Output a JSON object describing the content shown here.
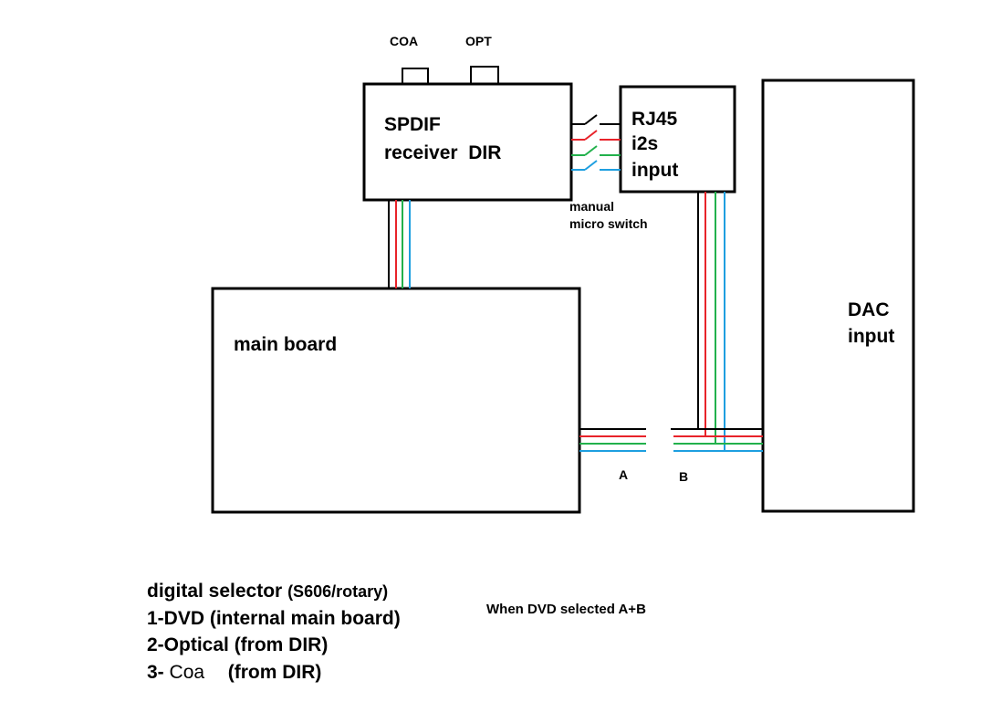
{
  "blocks": {
    "spdif_line1": "SPDIF",
    "spdif_line2": "receiver  DIR",
    "rj45_line1": "RJ45",
    "rj45_line2": "i2s",
    "rj45_line3": "input",
    "dac_line1": "DAC",
    "dac_line2": "input",
    "main_board": "main board"
  },
  "connectors": {
    "coa": "COA",
    "opt": "OPT"
  },
  "switch_label_line1": "manual",
  "switch_label_line2": "micro switch",
  "point_a": "A",
  "point_b": "B",
  "notes": {
    "selector_title": "digital selector",
    "selector_model": "(S606/rotary)",
    "option1": "1-DVD (internal main board)",
    "option2": "2-Optical (from DIR)",
    "option3_prefix": "3-",
    "option3_coa": "Coa",
    "option3_suffix": "(from DIR)",
    "when_dvd": "When DVD selected  A+B"
  },
  "wire_colors": {
    "black": "#000000",
    "red": "#e8232a",
    "green": "#22b14c",
    "blue": "#1e9fe0"
  }
}
